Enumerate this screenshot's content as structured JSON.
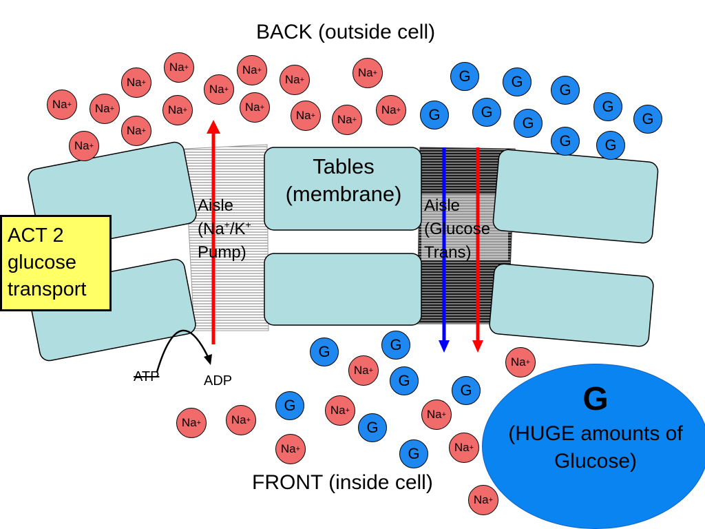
{
  "title_top": "BACK (outside cell)",
  "title_bottom": "FRONT (inside cell)",
  "act_box": {
    "line1": "ACT 2",
    "line2": "glucose",
    "line3": "transport"
  },
  "tables_label": {
    "line1": "Tables",
    "line2": "(membrane)"
  },
  "aisle_left": {
    "line1": "Aisle",
    "line2_prefix": "(Na",
    "line2_sup1": "+",
    "line2_mid": "/K",
    "line2_sup2": "+",
    "line3": "Pump)"
  },
  "aisle_right": {
    "line1": "Aisle",
    "line2": "(Glucose",
    "line3": "Trans)"
  },
  "atp_label": "ATP",
  "adp_label": "ADP",
  "big_glucose": {
    "letter": "G",
    "line1": "(HUGE amounts of",
    "line2": "Glucose)"
  },
  "ions": {
    "sodium_text": "Na",
    "sodium_charge": "+",
    "glucose_text": "G"
  },
  "colors": {
    "sodium": "#f26b6b",
    "glucose": "#1e88f0",
    "membrane": "#b0dde0",
    "act_box": "#ffff66",
    "arrow_red": "#ff0000",
    "arrow_blue": "#0000ff"
  }
}
